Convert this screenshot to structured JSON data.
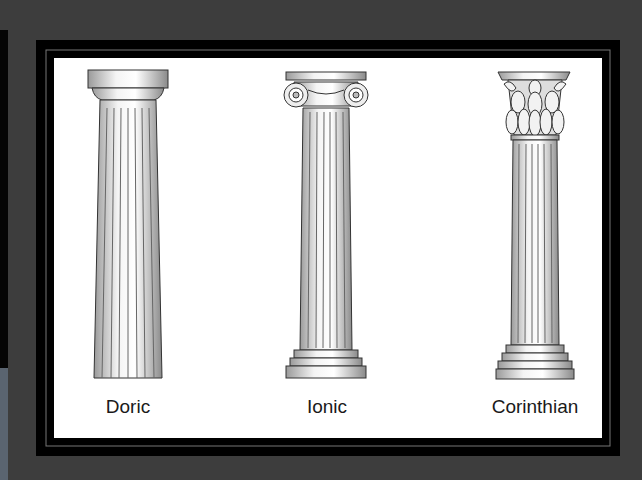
{
  "diagram": {
    "labels": [
      "Doric",
      "Ionic",
      "Corinthian"
    ]
  }
}
